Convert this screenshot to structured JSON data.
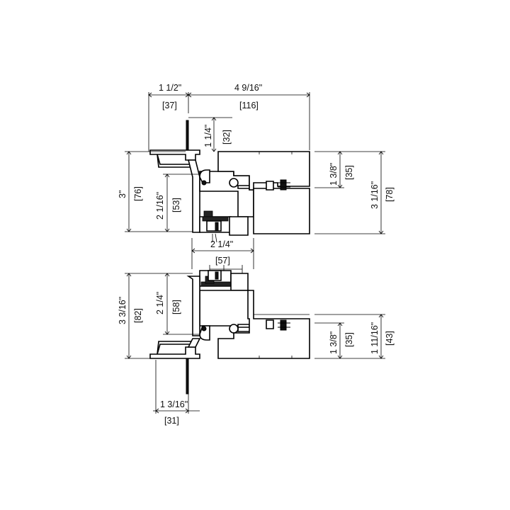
{
  "dimensions": {
    "top_width_left_imperial": "1 1/2\"",
    "top_width_left_metric": "[37]",
    "top_width_right_imperial": "4 9/16\"",
    "top_width_right_metric": "[116]",
    "top_lip_imperial": "1 1/4\"",
    "top_lip_metric": "[32]",
    "upper_left_height_imperial": "3\"",
    "upper_left_height_metric": "[76]",
    "upper_inner_height_imperial": "2 1/16\"",
    "upper_inner_height_metric": "[53]",
    "upper_right_small_imperial": "1 3/8\"",
    "upper_right_small_metric": "[35]",
    "upper_right_total_imperial": "3 1/16\"",
    "upper_right_total_metric": "[78]",
    "mid_width_imperial": "2 1/4\"",
    "mid_width_metric": "[57]",
    "lower_left_height_imperial": "3 3/16\"",
    "lower_left_height_metric": "[82]",
    "lower_inner_height_imperial": "2 1/4\"",
    "lower_inner_height_metric": "[58]",
    "lower_right_small_imperial": "1 3/8\"",
    "lower_right_small_metric": "[35]",
    "lower_right_total_imperial": "1 11/16\"",
    "lower_right_total_metric": "[43]",
    "bottom_width_imperial": "1 3/16\"",
    "bottom_width_metric": "[31]"
  }
}
